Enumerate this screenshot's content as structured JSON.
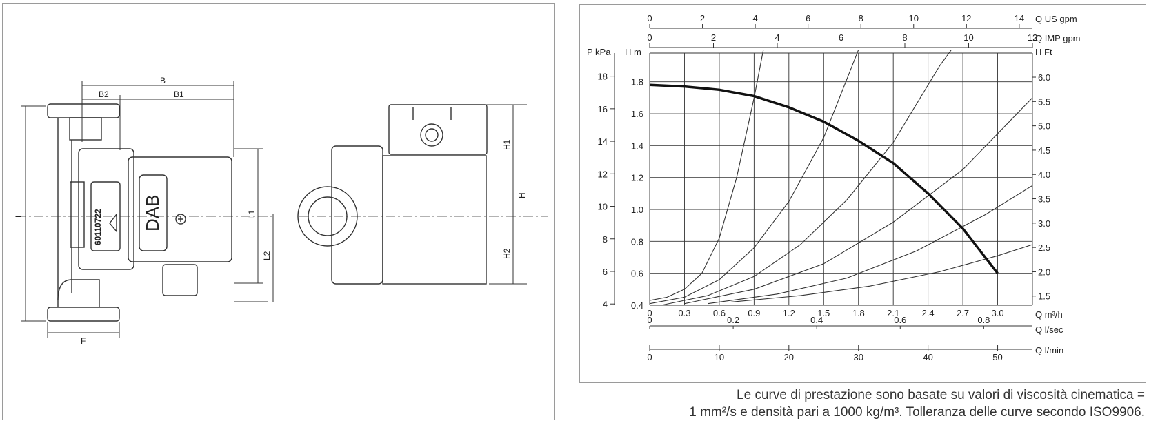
{
  "drawing": {
    "dimensions": {
      "B": "B",
      "B1": "B1",
      "B2": "B2",
      "L": "L",
      "L1": "L1",
      "L2": "L2",
      "F": "F",
      "H": "H",
      "H1": "H1",
      "H2": "H2"
    },
    "pump_code": "60110722",
    "brand": "DAB"
  },
  "chart_data": {
    "type": "line",
    "axes": {
      "top1": {
        "label": "Q US gpm",
        "ticks": [
          0,
          2,
          4,
          6,
          8,
          10,
          12,
          14
        ],
        "range": [
          0,
          14.5
        ]
      },
      "top2": {
        "label": "Q IMP gpm",
        "ticks": [
          0,
          2,
          4,
          6,
          8,
          10,
          12
        ],
        "range": [
          0,
          12
        ]
      },
      "left_outer": {
        "label": "P kPa",
        "ticks": [
          4,
          6,
          8,
          10,
          12,
          14,
          16,
          18
        ]
      },
      "left_inner": {
        "label": "H m",
        "ticks": [
          0.4,
          0.6,
          0.8,
          1.0,
          1.2,
          1.4,
          1.6,
          1.8
        ],
        "range": [
          0.4,
          1.98
        ]
      },
      "right": {
        "label": "H Ft",
        "ticks": [
          1.5,
          2.0,
          2.5,
          3.0,
          3.5,
          4.0,
          4.5,
          5.0,
          5.5,
          6.0
        ]
      },
      "bottom1": {
        "label": "Q m³/h",
        "ticks": [
          0,
          0.3,
          0.6,
          0.9,
          1.2,
          1.5,
          1.8,
          2.1,
          2.4,
          2.7,
          3.0
        ],
        "range": [
          0,
          3.3
        ]
      },
      "bottom2": {
        "label": "Q l/sec",
        "ticks": [
          0,
          0.2,
          0.4,
          0.6,
          0.8
        ]
      },
      "bottom3": {
        "label": "Q l/min",
        "ticks": [
          0,
          10,
          20,
          30,
          40,
          50
        ]
      }
    },
    "tick_labels": {
      "top1": [
        "0",
        "2",
        "4",
        "6",
        "8",
        "10",
        "12",
        "14"
      ],
      "top2": [
        "0",
        "2",
        "4",
        "6",
        "8",
        "10",
        "12"
      ],
      "left_outer": [
        "4",
        "6",
        "8",
        "10",
        "12",
        "14",
        "16",
        "18"
      ],
      "left_inner": [
        "0.4",
        "0.6",
        "0.8",
        "1.0",
        "1.2",
        "1.4",
        "1.6",
        "1.8"
      ],
      "right": [
        "1.5",
        "2.0",
        "2.5",
        "3.0",
        "3.5",
        "4.0",
        "4.5",
        "5.0",
        "5.5",
        "6.0"
      ],
      "bottom1": [
        "0",
        "0.3",
        "0.6",
        "0.9",
        "1.2",
        "1.5",
        "1.8",
        "2.1",
        "2.4",
        "2.7",
        "3.0"
      ],
      "bottom2": [
        "0",
        "0.2",
        "0.4",
        "0.6",
        "0.8"
      ],
      "bottom3": [
        "0",
        "10",
        "20",
        "30",
        "40",
        "50"
      ]
    },
    "grid": true,
    "pump_curve": [
      [
        0,
        1.78
      ],
      [
        0.3,
        1.77
      ],
      [
        0.6,
        1.75
      ],
      [
        0.9,
        1.71
      ],
      [
        1.2,
        1.64
      ],
      [
        1.5,
        1.55
      ],
      [
        1.8,
        1.43
      ],
      [
        2.1,
        1.29
      ],
      [
        2.4,
        1.1
      ],
      [
        2.7,
        0.88
      ],
      [
        3.0,
        0.6
      ]
    ],
    "system_curves": [
      [
        [
          0,
          0.43
        ],
        [
          0.15,
          0.45
        ],
        [
          0.3,
          0.5
        ],
        [
          0.45,
          0.6
        ],
        [
          0.6,
          0.82
        ],
        [
          0.75,
          1.2
        ],
        [
          0.9,
          1.7
        ],
        [
          0.98,
          2.0
        ]
      ],
      [
        [
          0,
          0.41
        ],
        [
          0.3,
          0.45
        ],
        [
          0.6,
          0.56
        ],
        [
          0.9,
          0.76
        ],
        [
          1.2,
          1.05
        ],
        [
          1.5,
          1.45
        ],
        [
          1.8,
          2.0
        ]
      ],
      [
        [
          0.1,
          0.4
        ],
        [
          0.5,
          0.46
        ],
        [
          0.9,
          0.58
        ],
        [
          1.3,
          0.78
        ],
        [
          1.7,
          1.06
        ],
        [
          2.1,
          1.42
        ],
        [
          2.5,
          1.9
        ],
        [
          2.6,
          2.0
        ]
      ],
      [
        [
          0.3,
          0.41
        ],
        [
          0.9,
          0.5
        ],
        [
          1.5,
          0.66
        ],
        [
          2.1,
          0.92
        ],
        [
          2.7,
          1.25
        ],
        [
          3.3,
          1.7
        ]
      ],
      [
        [
          0.5,
          0.41
        ],
        [
          1.1,
          0.47
        ],
        [
          1.7,
          0.57
        ],
        [
          2.3,
          0.74
        ],
        [
          2.9,
          0.97
        ],
        [
          3.3,
          1.15
        ]
      ],
      [
        [
          0.7,
          0.42
        ],
        [
          1.3,
          0.46
        ],
        [
          1.9,
          0.52
        ],
        [
          2.5,
          0.61
        ],
        [
          3.0,
          0.71
        ],
        [
          3.3,
          0.78
        ]
      ]
    ]
  },
  "caption": {
    "line1": "Le curve di prestazione sono basate su valori di viscosità cinematica =",
    "line2": "1 mm²/s e densità pari a 1000 kg/m³. Tolleranza delle curve secondo ISO9906."
  }
}
